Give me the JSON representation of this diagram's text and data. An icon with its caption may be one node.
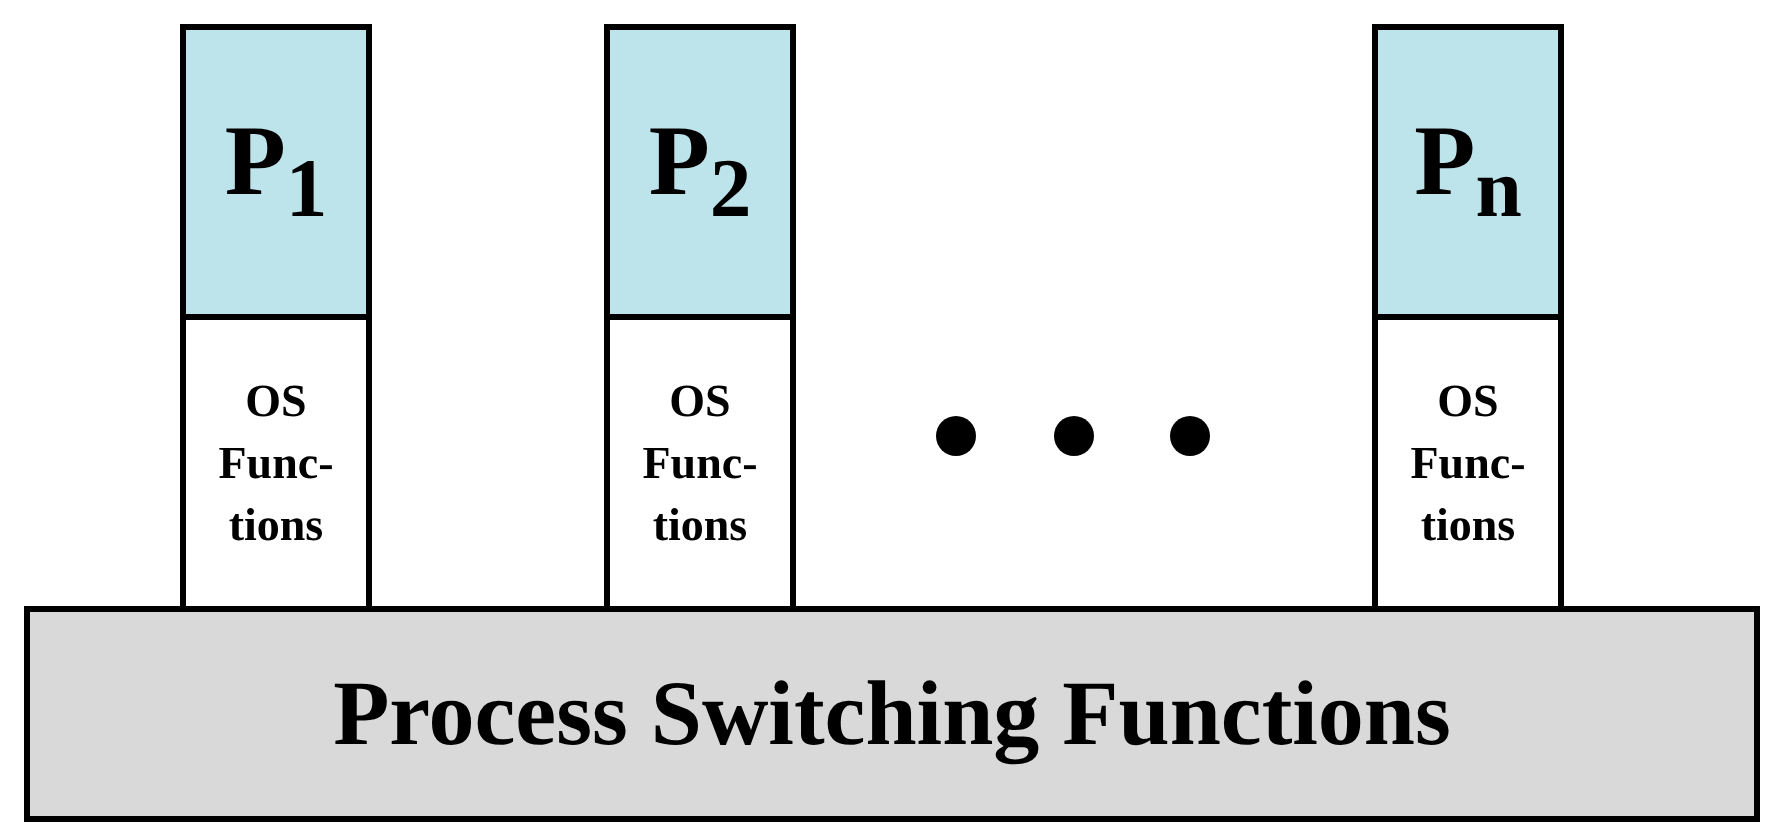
{
  "diagram": {
    "nodes": [
      {
        "text": [
          "P$_{1}$"
        ]
      },
      {
        "text": [
          "OS Func-tions"
        ]
      },
      {
        "text": [
          "P$_{2}$"
        ]
      },
      {
        "text": [
          "OS Func-tions"
        ]
      },
      {
        "text": [
          "P$_{n}$"
        ]
      },
      {
        "text": [
          "OS Func-tions"
        ]
      },
      {
        "text": [
          "Process Switching Functions"
        ]
      }
    ],
    "edges": []
  }
}
